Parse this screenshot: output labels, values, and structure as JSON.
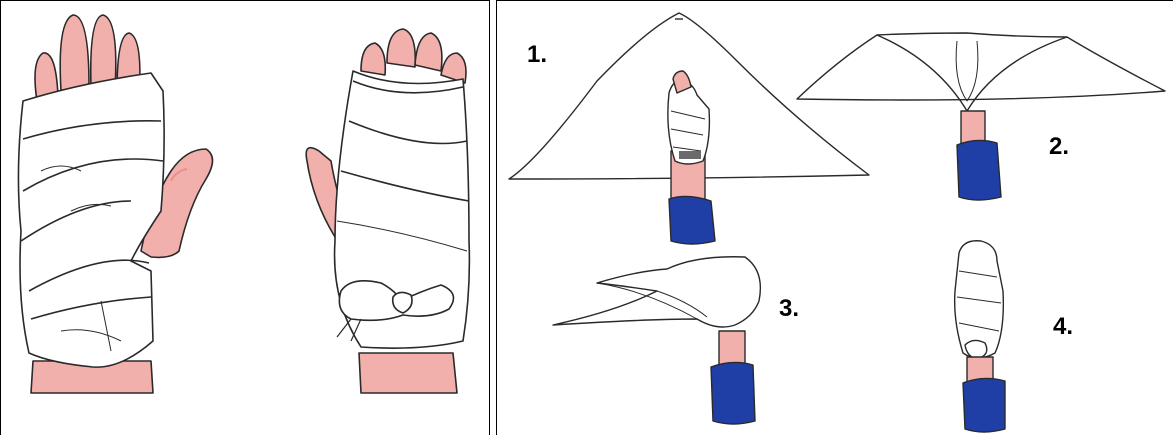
{
  "steps": {
    "one": "1.",
    "two": "2.",
    "three": "3.",
    "four": "4."
  },
  "colors": {
    "skin": "#f2b0ad",
    "skin_shadow": "#e98f8d",
    "bandage": "#ffffff",
    "outline": "#2a2a2a",
    "sleeve": "#1f3fa6",
    "sleeve_dark": "#132c7a"
  }
}
